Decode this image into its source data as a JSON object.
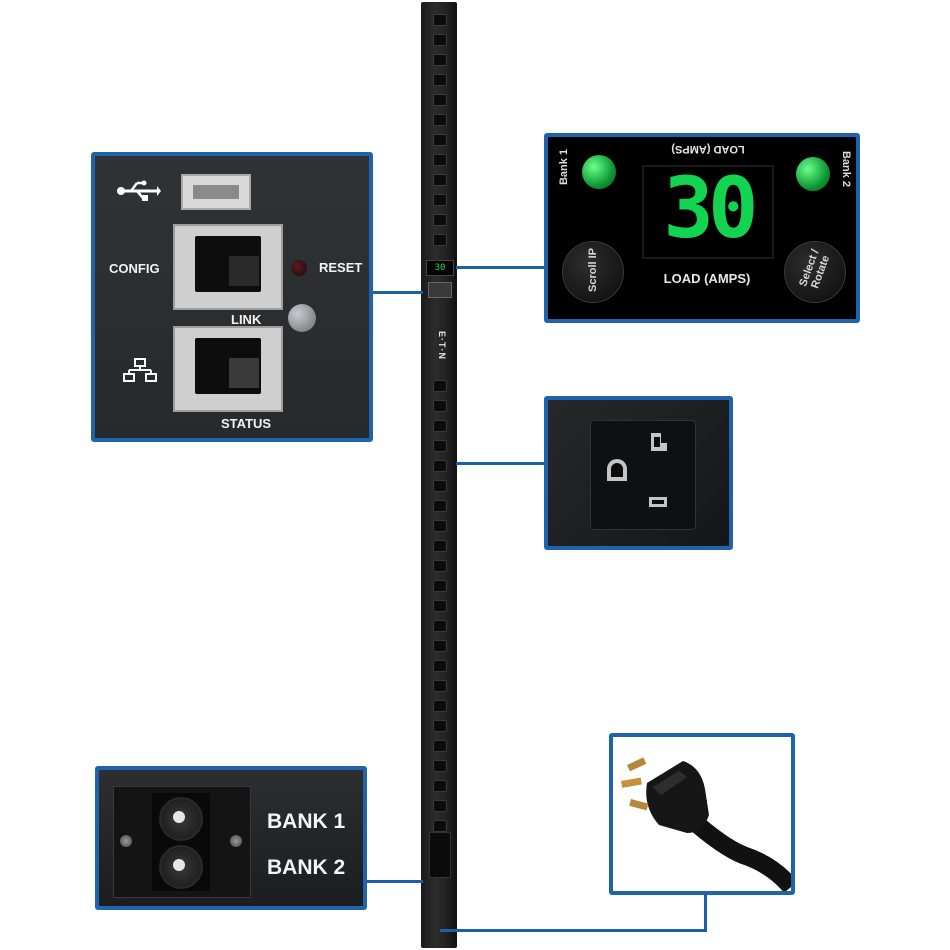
{
  "config_panel": {
    "usb_icon": "usb-icon",
    "config_label": "CONFIG",
    "reset_label": "RESET",
    "link_label": "LINK",
    "network_icon": "network-icon",
    "status_label": "STATUS"
  },
  "display_panel": {
    "bank1_label": "Bank 1",
    "bank2_label": "Bank 2",
    "load_label_mirrored": "LOAD (AMPS)",
    "load_value": "30",
    "load_label": "LOAD (AMPS)",
    "scroll_ip_label": "Scroll IP",
    "select_rotate_label": "Select / Rotate",
    "led_color": "#12d451"
  },
  "breaker_panel": {
    "bank1": "BANK 1",
    "bank2": "BANK 2"
  },
  "pdu": {
    "display_value": "30",
    "brand": "E·T·N"
  },
  "colors": {
    "frame": "#1f63ad",
    "connector": "#1c5fa8"
  }
}
